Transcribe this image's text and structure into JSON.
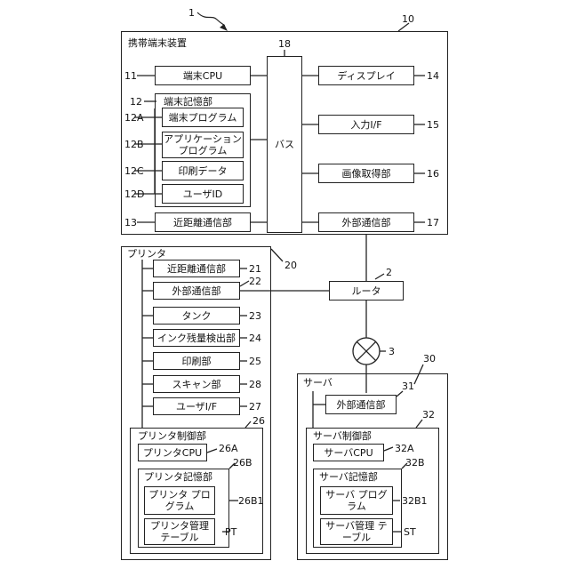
{
  "system_ref": "1",
  "terminal": {
    "ref": "10",
    "title": "携帯端末装置",
    "cpu": {
      "label": "端末CPU",
      "ref": "11"
    },
    "storage": {
      "label": "端末記憶部",
      "ref": "12",
      "program": {
        "label": "端末プログラム",
        "ref": "12A"
      },
      "app": {
        "label": "アプリケーション プログラム",
        "ref": "12B"
      },
      "print_data": {
        "label": "印刷データ",
        "ref": "12C"
      },
      "user_id": {
        "label": "ユーザID",
        "ref": "12D"
      }
    },
    "nfc": {
      "label": "近距離通信部",
      "ref": "13"
    },
    "bus": {
      "label": "バス",
      "ref": "18"
    },
    "display": {
      "label": "ディスプレイ",
      "ref": "14"
    },
    "input_if": {
      "label": "入力I/F",
      "ref": "15"
    },
    "image_acq": {
      "label": "画像取得部",
      "ref": "16"
    },
    "ext_comm": {
      "label": "外部通信部",
      "ref": "17"
    }
  },
  "router": {
    "label": "ルータ",
    "ref": "2"
  },
  "network": {
    "ref": "3"
  },
  "printer": {
    "ref": "20",
    "title": "プリンタ",
    "nfc": {
      "label": "近距離通信部",
      "ref": "21"
    },
    "ext_comm": {
      "label": "外部通信部",
      "ref": "22"
    },
    "tank": {
      "label": "タンク",
      "ref": "23"
    },
    "ink_detect": {
      "label": "インク残量検出部",
      "ref": "24"
    },
    "print_unit": {
      "label": "印刷部",
      "ref": "25"
    },
    "scan_unit": {
      "label": "スキャン部",
      "ref": "28"
    },
    "user_if": {
      "label": "ユーザI/F",
      "ref": "27"
    },
    "control": {
      "label": "プリンタ制御部",
      "ref": "26",
      "cpu": {
        "label": "プリンタCPU",
        "ref": "26A"
      },
      "storage": {
        "label": "プリンタ記憶部",
        "ref": "26B",
        "program": {
          "label": "プリンタ プログラム",
          "ref": "26B1"
        },
        "table": {
          "label": "プリンタ管理 テーブル",
          "ref": "PT"
        }
      }
    }
  },
  "server": {
    "ref": "30",
    "title": "サーバ",
    "ext_comm": {
      "label": "外部通信部",
      "ref": "31"
    },
    "control": {
      "label": "サーバ制御部",
      "ref": "32",
      "cpu": {
        "label": "サーバCPU",
        "ref": "32A"
      },
      "storage": {
        "label": "サーバ記憶部",
        "ref": "32B",
        "program": {
          "label": "サーバ プログラム",
          "ref": "32B1"
        },
        "table": {
          "label": "サーバ管理 テーブル",
          "ref": "ST"
        }
      }
    }
  }
}
